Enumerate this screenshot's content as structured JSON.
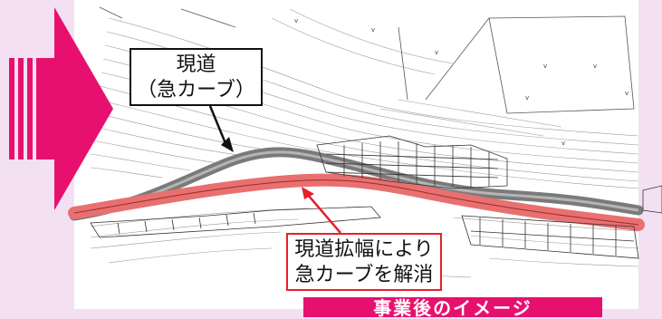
{
  "callouts": {
    "existing_road": {
      "line1": "現道",
      "line2": "（急カーブ）"
    },
    "widening": {
      "line1": "現道拡幅により",
      "line2": "急カーブを解消"
    }
  },
  "banner": {
    "text": "事業後のイメージ"
  },
  "colors": {
    "background": "#f3e1f3",
    "arrow": "#e8106e",
    "existing_road": "#7a7a7a",
    "new_road": "#e87070",
    "callout_border_black": "#111111",
    "callout_border_red": "#e8202a"
  },
  "icons": {
    "direction_arrow": "right-arrow-icon"
  }
}
